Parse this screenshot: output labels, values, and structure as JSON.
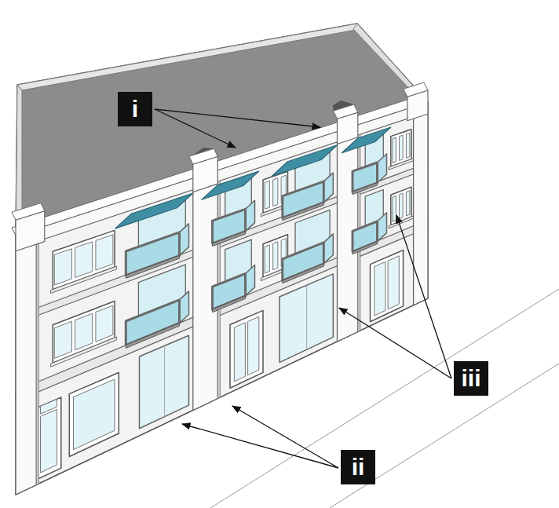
{
  "diagram": {
    "labels": [
      "i",
      "ii",
      "iii"
    ]
  }
}
